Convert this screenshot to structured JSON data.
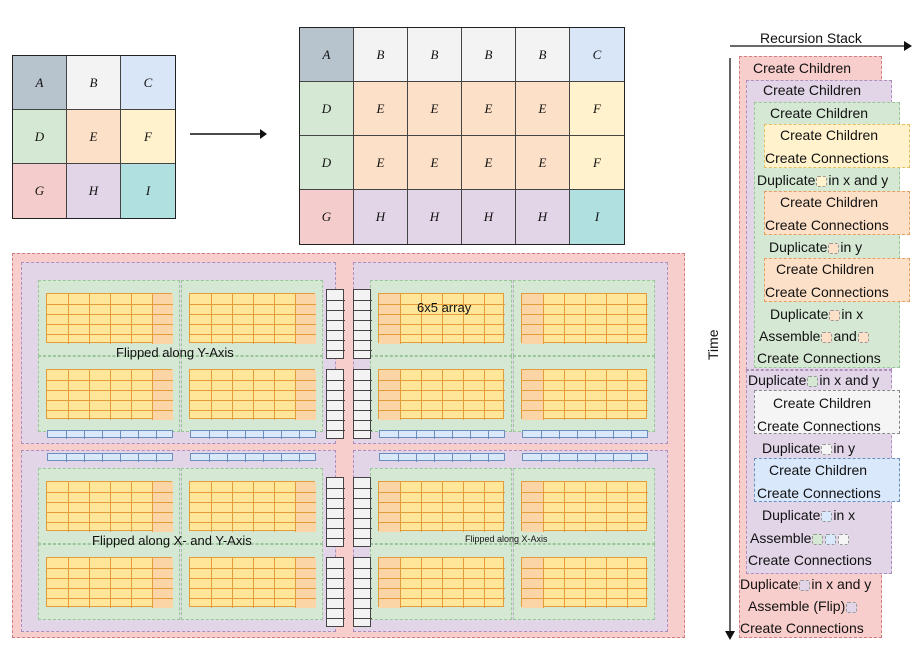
{
  "grid3": {
    "cells": [
      {
        "label": "A",
        "color": "#b7c3cd"
      },
      {
        "label": "B",
        "color": "#f3f3f3"
      },
      {
        "label": "C",
        "color": "#d8e6f8"
      },
      {
        "label": "D",
        "color": "#d5e8d4"
      },
      {
        "label": "E",
        "color": "#fde0c8"
      },
      {
        "label": "F",
        "color": "#fff2cc"
      },
      {
        "label": "G",
        "color": "#f4cccc"
      },
      {
        "label": "H",
        "color": "#e1d5e7"
      },
      {
        "label": "I",
        "color": "#b0e0e0"
      }
    ]
  },
  "grid6": {
    "rows": [
      [
        "A",
        "B",
        "B",
        "B",
        "B",
        "C"
      ],
      [
        "D",
        "E",
        "E",
        "E",
        "E",
        "F"
      ],
      [
        "D",
        "E",
        "E",
        "E",
        "E",
        "F"
      ],
      [
        "G",
        "H",
        "H",
        "H",
        "H",
        "I"
      ]
    ]
  },
  "colors": {
    "A": "#b7c3cd",
    "B": "#f3f3f3",
    "C": "#d8e6f8",
    "D": "#d5e8d4",
    "E": "#fde0c8",
    "F": "#fff2cc",
    "G": "#f4cccc",
    "H": "#e1d5e7",
    "I": "#b0e0e0"
  },
  "layout_labels": {
    "flipped_y": "Flipped along Y-Axis",
    "array": "6x5 array",
    "flipped_xy": "Flipped along X- and Y-Axis",
    "flipped_x": "Flipped along X-Axis"
  },
  "stack": {
    "title": "Recursion Stack",
    "time": "Time",
    "items": [
      "Create Children",
      "Create Children",
      "Create Children",
      "Create Children",
      "Create Connections",
      "Duplicate",
      "in x and y",
      "Create Children",
      "Create Connections",
      "Duplicate",
      "in y",
      "Create Children",
      "Create Connections",
      "Duplicate",
      "in x",
      "Assemble",
      "and",
      "Create Connections",
      "Duplicate",
      "in x and y",
      "Create Children",
      "Create Connections",
      "Duplicate",
      "in y",
      "Create Children",
      "Create Connections",
      "Duplicate",
      "in x",
      "Assemble",
      "Create Connections",
      "Duplicate",
      "in x and y",
      "Assemble (Flip)",
      "Create Connections"
    ]
  }
}
